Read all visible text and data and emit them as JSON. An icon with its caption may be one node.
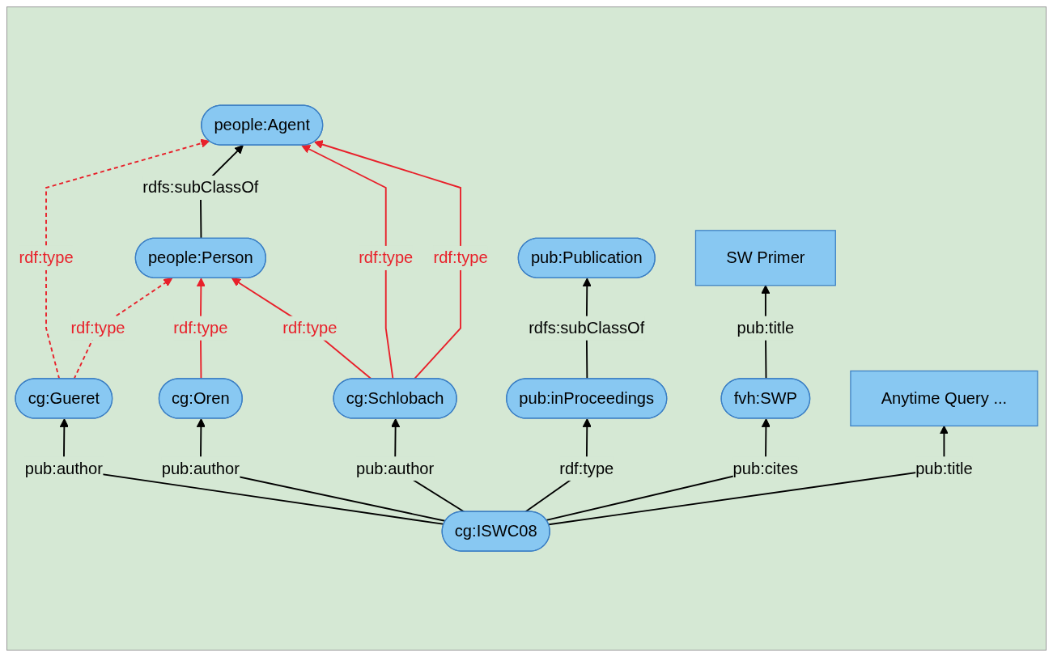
{
  "diagram": {
    "nodes": [
      {
        "text": [
          "people:Person"
        ]
      },
      {
        "text": [
          "people:Agent"
        ]
      },
      {
        "text": [
          "pub:Publication"
        ]
      },
      {
        "text": [
          "cg:Gueret"
        ]
      },
      {
        "text": [
          "cg:Oren"
        ]
      },
      {
        "text": [
          "cg:Schlobach"
        ]
      },
      {
        "text": [
          "pub:inProceedings"
        ]
      },
      {
        "text": [
          "cg:ISWC08"
        ]
      },
      {
        "text": [
          "fvh:SWP"
        ]
      },
      {
        "text": [
          "Anytime Query ..."
        ]
      },
      {
        "text": [
          "SW Primer"
        ]
      }
    ],
    "edges": [
      {
        "from": 3,
        "to": 1,
        "arrow": "to",
        "label": "rdf:type",
        "style": "dashed",
        "color": "#e8202a"
      },
      {
        "from": 0,
        "to": 1,
        "arrow": "to",
        "label": "rdfs:subClassOf"
      },
      {
        "from": 3,
        "to": 0,
        "arrow": "to",
        "label": "rdf:type",
        "style": "dashed",
        "color": "#e8202a"
      },
      {
        "from": 4,
        "to": 0,
        "arrow": "to",
        "label": "rdf:type",
        "color": "#e8202a"
      },
      {
        "from": 5,
        "to": 0,
        "arrow": "to",
        "label": "rdf:type",
        "color": "#e8202a"
      },
      {
        "from": 5,
        "to": 1,
        "arrow": "to",
        "label": "rdf:type",
        "color": "#e8202a"
      },
      {
        "from": 5,
        "to": 1,
        "arrow": "to",
        "label": "rdf:type",
        "color": "#e8202a"
      },
      {
        "from": 6,
        "to": 2,
        "arrow": "to",
        "label": "rdfs:subClassOf"
      },
      {
        "from": 7,
        "to": 3,
        "arrow": "to",
        "label": "pub:author"
      },
      {
        "from": 7,
        "to": 4,
        "arrow": "to",
        "label": "pub:author"
      },
      {
        "from": 7,
        "to": 5,
        "arrow": "to",
        "label": "pub:author"
      },
      {
        "from": 7,
        "to": 6,
        "arrow": "to",
        "label": "rdf:type"
      },
      {
        "from": 7,
        "to": 8,
        "arrow": "to",
        "label": "pub:cites"
      },
      {
        "from": 7,
        "to": 9,
        "arrow": "to",
        "label": "pub:title"
      },
      {
        "from": 8,
        "to": 10,
        "arrow": "to",
        "label": "pub:title"
      }
    ]
  }
}
